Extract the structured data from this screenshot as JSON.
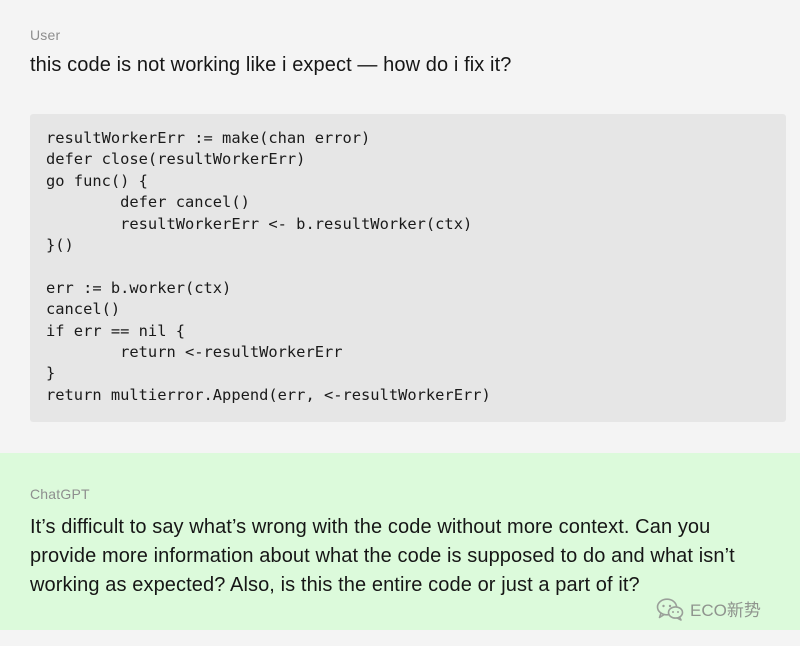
{
  "user": {
    "role": "User",
    "message": "this code is not working like i expect — how do i fix it?"
  },
  "code": {
    "lines": [
      "resultWorkerErr := make(chan error)",
      "defer close(resultWorkerErr)",
      "go func() {",
      "        defer cancel()",
      "        resultWorkerErr <- b.resultWorker(ctx)",
      "}()",
      "",
      "err := b.worker(ctx)",
      "cancel()",
      "if err == nil {",
      "        return <-resultWorkerErr",
      "}",
      "return multierror.Append(err, <-resultWorkerErr)"
    ]
  },
  "assistant": {
    "role": "ChatGPT",
    "message": "It’s difficult to say what’s wrong with the code without more context. Can you provide more information about what the code is supposed to do and what isn’t working as expected? Also, is this the entire code or just a part of it?"
  },
  "watermark": {
    "icon": "wechat-icon",
    "text": "ECO新势"
  },
  "colors": {
    "page_background": "#f4f4f4",
    "code_background": "#e6e6e6",
    "assistant_background": "#dcfadb",
    "label": "#8e8e8e",
    "text": "#161616"
  }
}
